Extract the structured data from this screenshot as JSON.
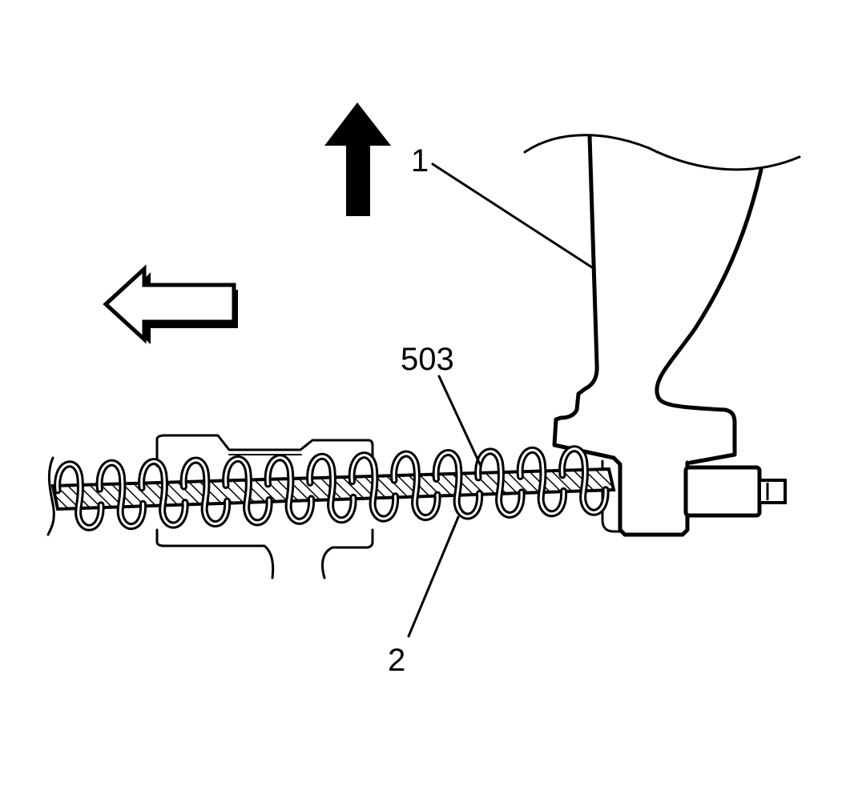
{
  "callouts": {
    "part_1": "1",
    "part_503": "503",
    "part_2": "2"
  },
  "icons": {
    "up_arrow": "up-arrow-icon",
    "left_arrow": "left-arrow-icon"
  },
  "colors": {
    "ink": "#000000",
    "paper": "#ffffff"
  }
}
